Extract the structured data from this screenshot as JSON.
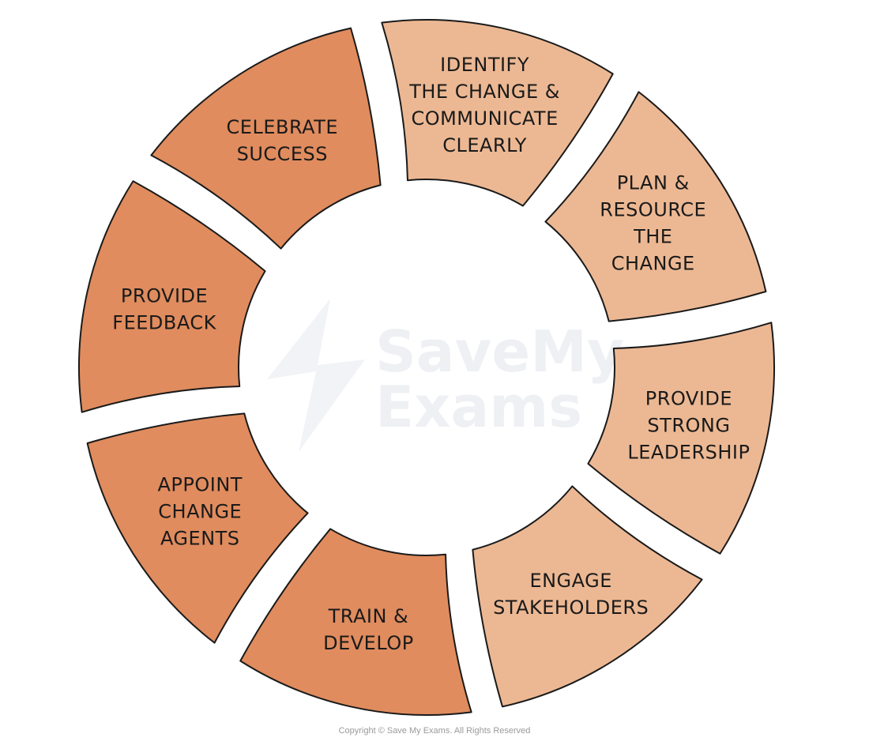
{
  "colors": {
    "light_segment": "#ecb893",
    "dark_segment": "#e08c5e",
    "outline": "#1a1a1a"
  },
  "segments": [
    {
      "label": [
        "IDENTIFY",
        "THE CHANGE &",
        "COMMUNICATE",
        "CLEARLY"
      ],
      "shade": "light"
    },
    {
      "label": [
        "PLAN &",
        "RESOURCE",
        "THE",
        "CHANGE"
      ],
      "shade": "light"
    },
    {
      "label": [
        "PROVIDE",
        "STRONG",
        "LEADERSHIP"
      ],
      "shade": "light"
    },
    {
      "label": [
        "ENGAGE",
        "STAKEHOLDERS"
      ],
      "shade": "light"
    },
    {
      "label": [
        "TRAIN &",
        "DEVELOP"
      ],
      "shade": "dark"
    },
    {
      "label": [
        "APPOINT",
        "CHANGE",
        "AGENTS"
      ],
      "shade": "dark"
    },
    {
      "label": [
        "PROVIDE",
        "FEEDBACK"
      ],
      "shade": "dark"
    },
    {
      "label": [
        "CELEBRATE",
        "SUCCESS"
      ],
      "shade": "dark"
    }
  ],
  "watermark": {
    "line1": "SaveMy",
    "line2": "Exams",
    "icon": "lightning-bolt-icon"
  },
  "copyright": "Copyright © Save My Exams. All Rights Reserved"
}
